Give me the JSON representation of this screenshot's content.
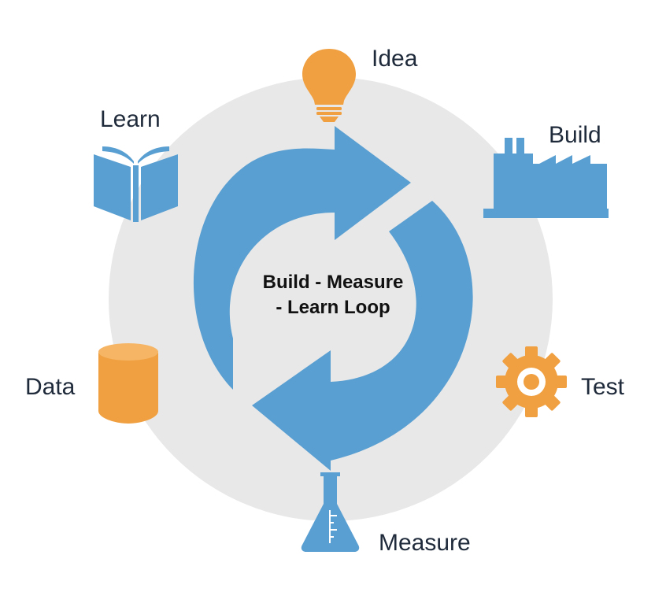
{
  "diagram": {
    "center_title_line1": "Build - Measure",
    "center_title_line2": "- Learn Loop",
    "nodes": [
      {
        "id": "idea",
        "label": "Idea",
        "icon": "lightbulb-icon",
        "color": "#f0a040"
      },
      {
        "id": "build",
        "label": "Build",
        "icon": "factory-icon",
        "color": "#5a9fd1"
      },
      {
        "id": "test",
        "label": "Test",
        "icon": "gear-icon",
        "color": "#f0a040"
      },
      {
        "id": "measure",
        "label": "Measure",
        "icon": "flask-icon",
        "color": "#5a9fd1"
      },
      {
        "id": "data",
        "label": "Data",
        "icon": "database-icon",
        "color": "#f0a040"
      },
      {
        "id": "learn",
        "label": "Learn",
        "icon": "book-icon",
        "color": "#5a9fd1"
      }
    ]
  },
  "colors": {
    "background_circle": "#e8e8e8",
    "arrow_blue": "#5a9fd1",
    "accent_orange": "#f0a040",
    "label_text": "#1f2a3a"
  }
}
